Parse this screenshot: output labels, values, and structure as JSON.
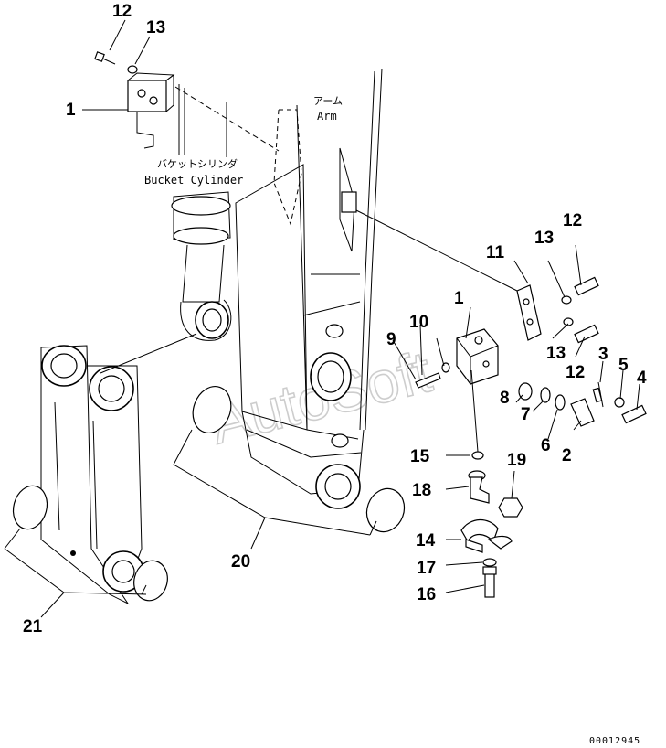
{
  "labels": {
    "arm_jp": "アーム",
    "arm_en": "Arm",
    "bucket_cyl_jp": "バケットシリンダ",
    "bucket_cyl_en": "Bucket Cylinder"
  },
  "watermark": "AutoSoft",
  "doc_code": "00012945",
  "callouts": {
    "c1_top": "1",
    "c12_top": "12",
    "c13_top": "13",
    "c1": "1",
    "c2": "2",
    "c3": "3",
    "c4": "4",
    "c5": "5",
    "c6": "6",
    "c7": "7",
    "c8": "8",
    "c9": "9",
    "c10": "10",
    "c11": "11",
    "c12": "12",
    "c12b": "12",
    "c13": "13",
    "c13b": "13",
    "c14": "14",
    "c15": "15",
    "c16": "16",
    "c17": "17",
    "c18": "18",
    "c19": "19",
    "c20": "20",
    "c21": "21"
  }
}
